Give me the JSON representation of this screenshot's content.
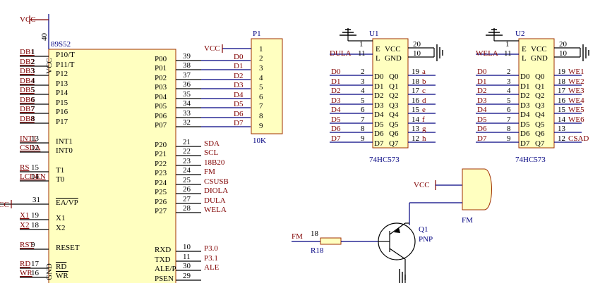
{
  "mcu": {
    "designator": "89S52",
    "vcc_pin_num": "40",
    "vcc_label": "VCC",
    "gnd_label": "GND",
    "vcc_net": "VCC",
    "left_pins": [
      {
        "net": "DB1",
        "num": "1",
        "name": "P10/T"
      },
      {
        "net": "DB2",
        "num": "2",
        "name": "P11/T"
      },
      {
        "net": "DB3",
        "num": "3",
        "name": "P12"
      },
      {
        "net": "DB4",
        "num": "4",
        "name": "P13"
      },
      {
        "net": "DB5",
        "num": "5",
        "name": "P14"
      },
      {
        "net": "DB6",
        "num": "6",
        "name": "P15"
      },
      {
        "net": "DB7",
        "num": "7",
        "name": "P16"
      },
      {
        "net": "DB8",
        "num": "8",
        "name": "P17"
      },
      {
        "net": "INT1",
        "num": "13",
        "name": "INT1"
      },
      {
        "net": "CSDA",
        "num": "12",
        "name": "INT0"
      },
      {
        "net": "RS",
        "num": "15",
        "name": "T1"
      },
      {
        "net": "LCDEN",
        "num": "14",
        "name": "T0"
      },
      {
        "net": "CC",
        "num": "31",
        "name": "EA/VP"
      },
      {
        "net": "X1",
        "num": "19",
        "name": "X1"
      },
      {
        "net": "X2",
        "num": "18",
        "name": "X2"
      },
      {
        "net": "RST",
        "num": "9",
        "name": "RESET"
      },
      {
        "net": "RD",
        "num": "17",
        "name": "RD"
      },
      {
        "net": "WR",
        "num": "16",
        "name": "WR"
      }
    ],
    "right_pins": [
      {
        "num": "39",
        "name": "P00",
        "net": "D0"
      },
      {
        "num": "38",
        "name": "P01",
        "net": "D1"
      },
      {
        "num": "37",
        "name": "P02",
        "net": "D2"
      },
      {
        "num": "36",
        "name": "P03",
        "net": "D3"
      },
      {
        "num": "35",
        "name": "P04",
        "net": "D4"
      },
      {
        "num": "34",
        "name": "P05",
        "net": "D5"
      },
      {
        "num": "33",
        "name": "P06",
        "net": "D6"
      },
      {
        "num": "32",
        "name": "P07",
        "net": "D7"
      },
      {
        "num": "21",
        "name": "P20",
        "net": "SDA"
      },
      {
        "num": "22",
        "name": "P21",
        "net": "SCL"
      },
      {
        "num": "23",
        "name": "P22",
        "net": "18B20"
      },
      {
        "num": "24",
        "name": "P23",
        "net": "FM"
      },
      {
        "num": "25",
        "name": "P24",
        "net": "CSUSB"
      },
      {
        "num": "26",
        "name": "P25",
        "net": "DIOLA"
      },
      {
        "num": "27",
        "name": "P26",
        "net": "DULA"
      },
      {
        "num": "28",
        "name": "P27",
        "net": "WELA"
      },
      {
        "num": "10",
        "name": "RXD",
        "net": "P3.0"
      },
      {
        "num": "11",
        "name": "TXD",
        "net": "P3.1"
      },
      {
        "num": "30",
        "name": "ALE/P",
        "net": "ALE"
      },
      {
        "num": "29",
        "name": "PSEN",
        "net": ""
      }
    ]
  },
  "p1": {
    "designator": "P1",
    "value": "10K",
    "vcc_net": "VCC",
    "pins": [
      "1",
      "2",
      "3",
      "4",
      "5",
      "6",
      "7",
      "8",
      "9"
    ],
    "nets": [
      "D0",
      "D1",
      "D2",
      "D3",
      "D4",
      "D5",
      "D6",
      "D7"
    ]
  },
  "u1": {
    "designator": "U1",
    "part": "74HC573",
    "top_in_net": "DULA",
    "top_pins": [
      {
        "num": "1",
        "name": "E"
      },
      {
        "num": "11",
        "name": "L"
      },
      {
        "num": "20",
        "name": "VCC"
      },
      {
        "num": "10",
        "name": "GND"
      }
    ],
    "d_nets": [
      "D0",
      "D1",
      "D2",
      "D3",
      "D4",
      "D5",
      "D6",
      "D7"
    ],
    "d_nums": [
      "2",
      "3",
      "4",
      "5",
      "6",
      "7",
      "8",
      "9"
    ],
    "q_nums": [
      "19",
      "18",
      "17",
      "16",
      "15",
      "14",
      "13",
      "12"
    ],
    "q_nets": [
      "a",
      "b",
      "c",
      "d",
      "e",
      "f",
      "g",
      "h"
    ]
  },
  "u2": {
    "designator": "U2",
    "part": "74HC573",
    "top_in_net": "WELA",
    "top_pins": [
      {
        "num": "1",
        "name": "E"
      },
      {
        "num": "11",
        "name": "L"
      },
      {
        "num": "20",
        "name": "VCC"
      },
      {
        "num": "10",
        "name": "GND"
      }
    ],
    "d_nets": [
      "D0",
      "D1",
      "D2",
      "D3",
      "D4",
      "D5",
      "D6",
      "D7"
    ],
    "d_nums": [
      "2",
      "3",
      "4",
      "5",
      "6",
      "7",
      "8",
      "9"
    ],
    "q_nums": [
      "19",
      "18",
      "17",
      "16",
      "15",
      "14",
      "13",
      "12"
    ],
    "q_nets": [
      "WE1",
      "WE2",
      "WE3",
      "WE4",
      "WE5",
      "WE6",
      "",
      "CSAD"
    ]
  },
  "buzzer": {
    "vcc_net": "VCC",
    "designator": "FM",
    "in_net": "FM",
    "r_num": "18",
    "r_designator": "R18",
    "q_designator": "Q1",
    "q_type": "PNP"
  },
  "pin_names": [
    "D0",
    "D1",
    "D2",
    "D3",
    "D4",
    "D5",
    "D6",
    "D7"
  ],
  "q_pin_names": [
    "Q0",
    "Q1",
    "Q2",
    "Q3",
    "Q4",
    "Q5",
    "Q6",
    "Q7"
  ],
  "colors": {
    "wire": "#000080",
    "net_label": "#800000",
    "component_fill": "#ffffc0",
    "component_border": "#a03000"
  }
}
